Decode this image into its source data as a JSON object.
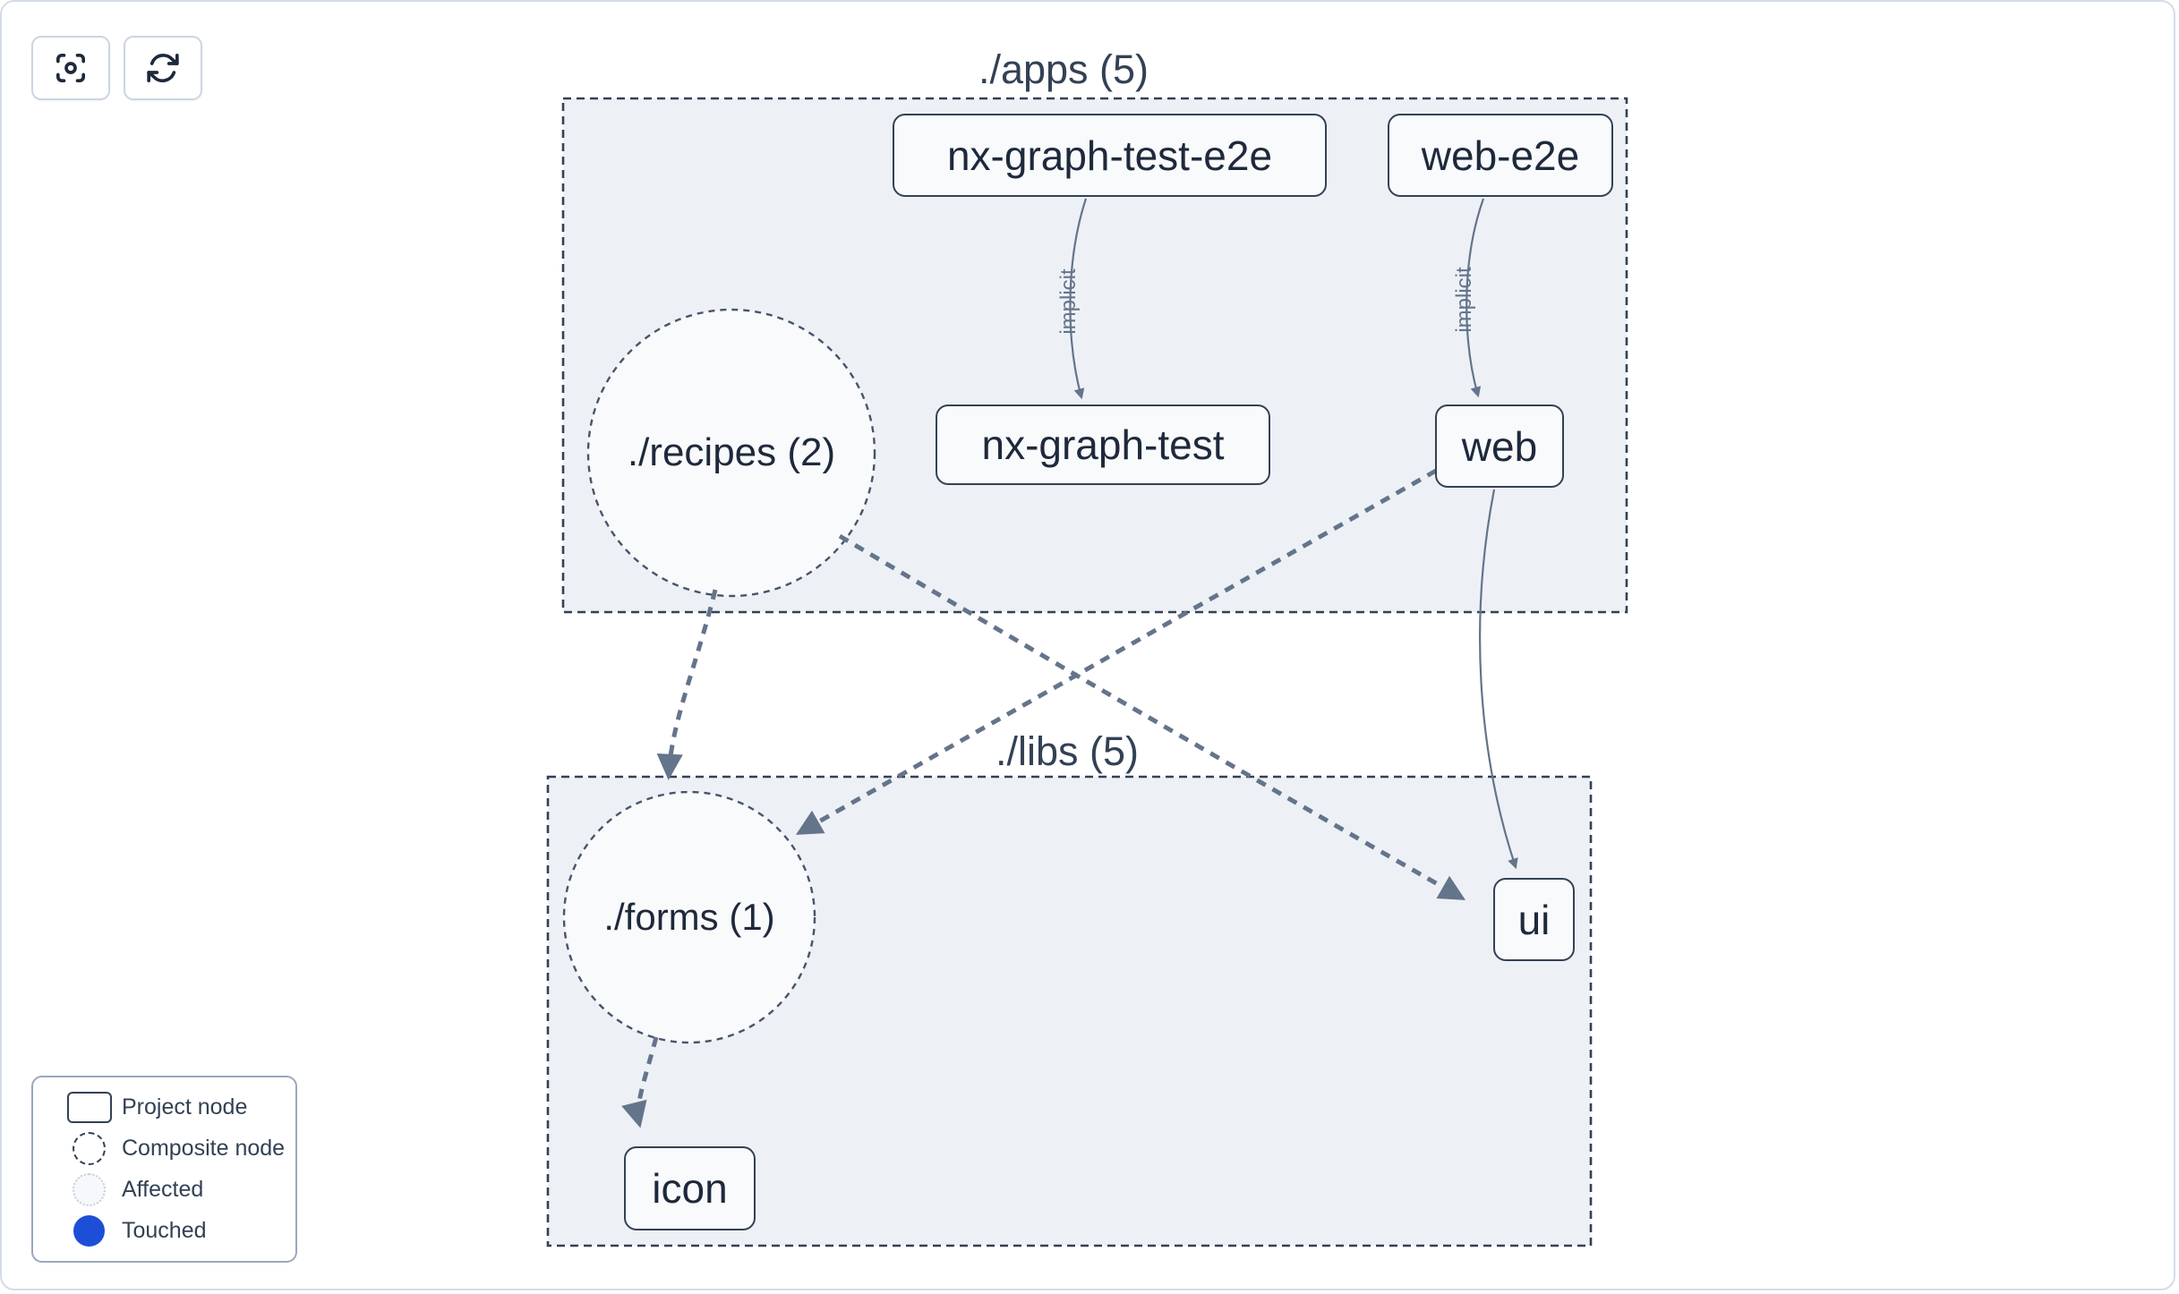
{
  "toolbar": {
    "buttons": [
      {
        "id": "focus",
        "icon": "crosshair-focus-icon"
      },
      {
        "id": "refresh",
        "icon": "refresh-icon"
      }
    ]
  },
  "groups": [
    {
      "id": "apps",
      "label": "./apps (5)"
    },
    {
      "id": "libs",
      "label": "./libs (5)"
    }
  ],
  "nodes": {
    "nx_graph_test_e2e": {
      "label": "nx-graph-test-e2e",
      "type": "project"
    },
    "web_e2e": {
      "label": "web-e2e",
      "type": "project"
    },
    "recipes": {
      "label": "./recipes (2)",
      "type": "composite"
    },
    "nx_graph_test": {
      "label": "nx-graph-test",
      "type": "project"
    },
    "web": {
      "label": "web",
      "type": "project"
    },
    "forms": {
      "label": "./forms (1)",
      "type": "composite"
    },
    "ui": {
      "label": "ui",
      "type": "project"
    },
    "icon": {
      "label": "icon",
      "type": "project"
    }
  },
  "edges": [
    {
      "from": "nx-graph-test-e2e",
      "to": "nx-graph-test",
      "label": "implicit",
      "style": "solid-thin"
    },
    {
      "from": "web-e2e",
      "to": "web",
      "label": "implicit",
      "style": "solid-thin"
    },
    {
      "from": "./recipes (2)",
      "to": "./forms (1)",
      "label": "",
      "style": "dashed-thick"
    },
    {
      "from": "./recipes (2)",
      "to": "ui",
      "label": "",
      "style": "dashed-thick"
    },
    {
      "from": "web",
      "to": "./forms (1)",
      "label": "",
      "style": "dashed-thick"
    },
    {
      "from": "web",
      "to": "ui",
      "label": "",
      "style": "solid-thin"
    },
    {
      "from": "./forms (1)",
      "to": "icon",
      "label": "",
      "style": "dashed-thick"
    }
  ],
  "legend": {
    "items": [
      {
        "icon": "project-node-icon",
        "label": "Project node"
      },
      {
        "icon": "composite-node-icon",
        "label": "Composite node"
      },
      {
        "icon": "affected-icon",
        "label": "Affected"
      },
      {
        "icon": "touched-icon",
        "label": "Touched"
      }
    ]
  },
  "colors": {
    "touched": "#1d4ed8",
    "group_fill": "#edf1f6",
    "node_fill": "#f8fafc",
    "node_border": "#334155",
    "edge": "#64748b",
    "text_dark": "#1e293b"
  }
}
